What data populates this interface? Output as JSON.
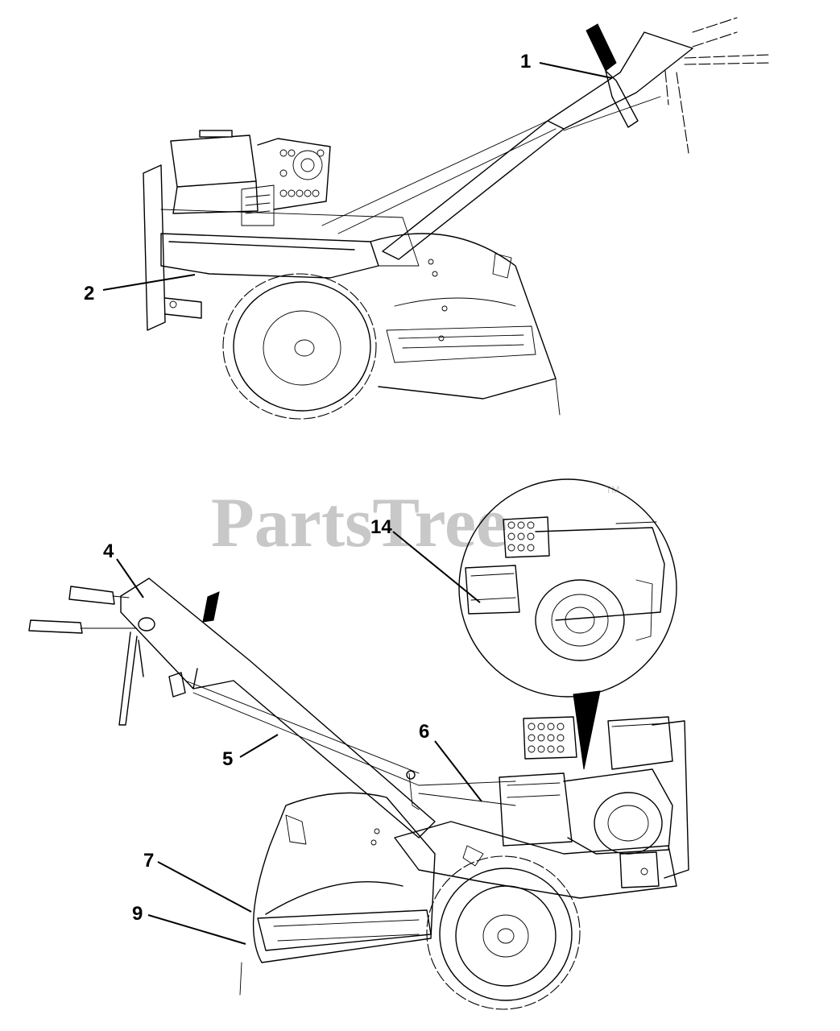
{
  "watermark": {
    "text": "PartsTree",
    "trademark": "TM"
  },
  "callouts": [
    {
      "id": "1",
      "label": "1"
    },
    {
      "id": "2",
      "label": "2"
    },
    {
      "id": "4",
      "label": "4"
    },
    {
      "id": "5",
      "label": "5"
    },
    {
      "id": "6",
      "label": "6"
    },
    {
      "id": "7",
      "label": "7"
    },
    {
      "id": "9",
      "label": "9"
    },
    {
      "id": "14",
      "label": "14"
    }
  ],
  "colors": {
    "ink": "#000000",
    "watermark": "#c8c8c8",
    "background": "#ffffff"
  }
}
